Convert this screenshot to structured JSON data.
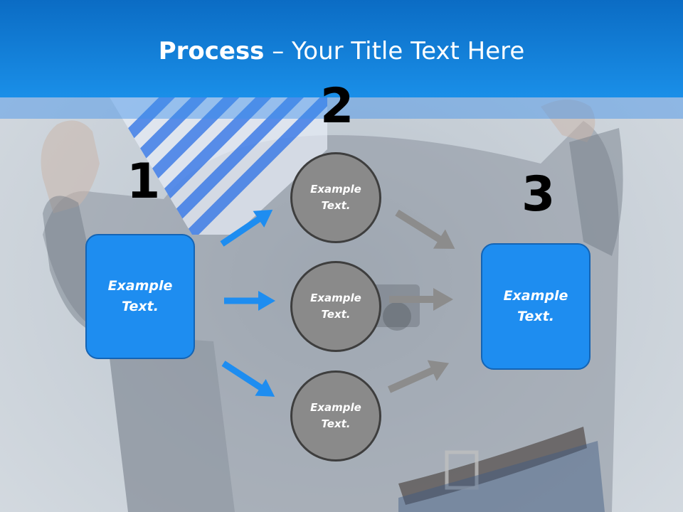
{
  "title": {
    "bold": "Process",
    "rest": " – Your Title Text Here"
  },
  "steps": [
    {
      "number": "1",
      "text_line1": "Example",
      "text_line2": "Text."
    },
    {
      "number": "2",
      "text_line1": "Example",
      "text_line2": "Text."
    },
    {
      "number": "3",
      "text_line1": "Example",
      "text_line2": "Text."
    }
  ],
  "circles": [
    {
      "line1": "Example",
      "line2": "Text."
    },
    {
      "line1": "Example",
      "line2": "Text."
    },
    {
      "line1": "Example",
      "line2": "Text."
    }
  ],
  "colors": {
    "title_bar": "#1a8fe8",
    "box": "#1e8df0",
    "circle": "#8a8a8a",
    "blue_arrow": "#1e8df0",
    "gray_arrow": "#8c8c8c"
  }
}
